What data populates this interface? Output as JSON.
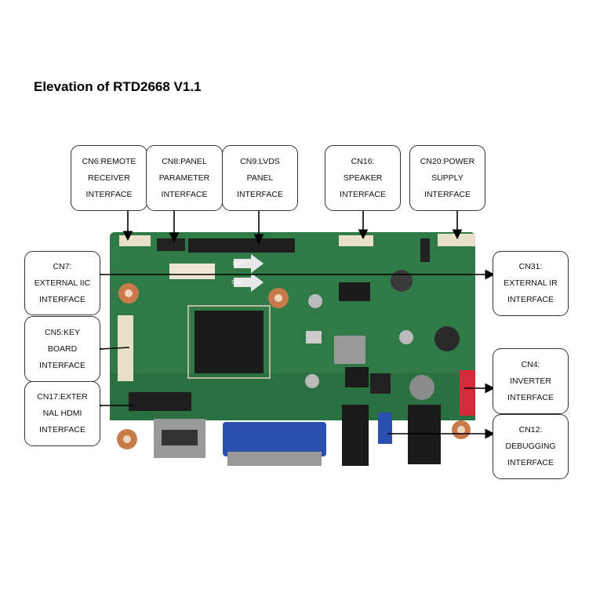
{
  "title": "Elevation of RTD2668 V1.1",
  "callouts": {
    "cn6": [
      "CN6:REMOTE",
      "RECEIVER",
      "INTERFACE"
    ],
    "cn8": [
      "CN8:PANEL",
      "PARAMETER",
      "INTERFACE"
    ],
    "cn9": [
      "CN9:LVDS",
      "PANEL",
      "INTERFACE"
    ],
    "cn16": [
      "CN16:",
      "SPEAKER",
      "INTERFACE"
    ],
    "cn20": [
      "CN20:POWER",
      "SUPPLY",
      "INTERFACE"
    ],
    "cn7": [
      "CN7:",
      "EXTERNAL IIC",
      "INTERFACE"
    ],
    "cn5": [
      "CN5:KEY",
      "BOARD",
      "INTERFACE"
    ],
    "cn17": [
      "CN17:EXTER",
      "NAL HDMI",
      "INTERFACE"
    ],
    "cn31": [
      "CN31:",
      "EXTERNAL IR",
      "INTERFACE"
    ],
    "cn4": [
      "CN4:",
      "INVERTER",
      "INTERFACE"
    ],
    "cn12": [
      "CN12:",
      "DEBUGGING",
      "INTERFACE"
    ]
  },
  "board_labels": {
    "dip": "DIP",
    "smt": "SMT"
  },
  "colors": {
    "pcb": "#2f7a46",
    "pcb_dark": "#1f5a33",
    "vga_blue": "#2a4fb0",
    "inverter_red": "#d8283a"
  }
}
